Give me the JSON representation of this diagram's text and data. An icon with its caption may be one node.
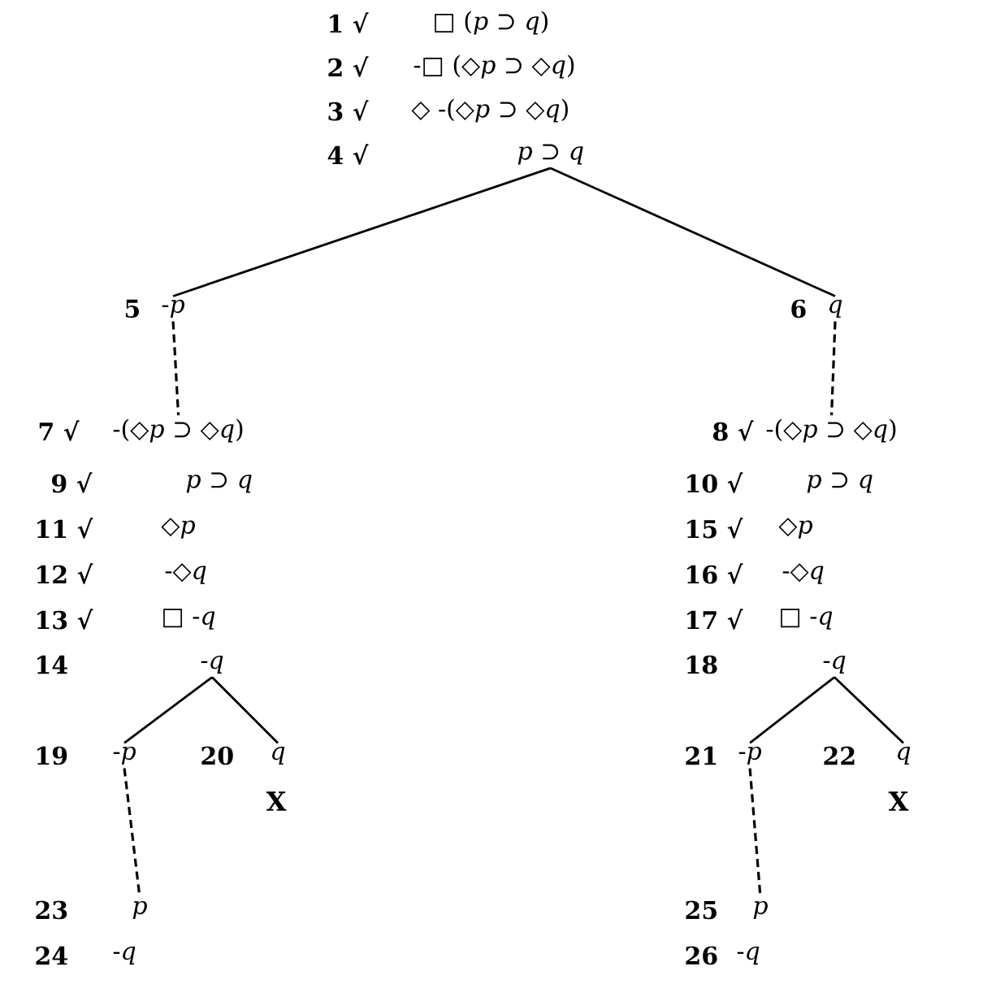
{
  "diagram": {
    "nodes": [
      {
        "text": [
          "1 √",
          "□ (*p* ⊃ *q*)",
          "2 √",
          "-□ (◇*p* ⊃ ◇*q*)",
          "3 √",
          "◇ -(◇*p* ⊃ ◇*q*)",
          "4 √",
          "*p* ⊃ *q*"
        ]
      },
      {
        "text": [
          "5",
          "-*p*"
        ]
      },
      {
        "text": [
          "6",
          "*q*"
        ]
      },
      {
        "text": [
          "7 √",
          "-(◇*p* ⊃ ◇*q*)",
          "9 √",
          "*p* ⊃ *q*",
          "11 √",
          "◇*p*",
          "12 √",
          "-◇*q*",
          "13 √",
          "□ -*q*",
          "14",
          "-*q*"
        ]
      },
      {
        "text": [
          "8 √",
          "-(◇*p* ⊃ ◇*q*)",
          "10 √",
          "*p* ⊃ *q*",
          "15 √",
          "◇*p*",
          "16 √",
          "-◇*q*",
          "17 √",
          "□ -*q*",
          "18",
          "-*q*"
        ]
      },
      {
        "text": [
          "19",
          "-*p*"
        ]
      },
      {
        "text": [
          "20",
          "*q*"
        ],
        "beside": [
          "X"
        ]
      },
      {
        "text": [
          "21",
          "-*p*"
        ]
      },
      {
        "text": [
          "22",
          "*q*"
        ],
        "beside": [
          "X"
        ]
      },
      {
        "text": [
          "23",
          "*p*",
          "24",
          "-*q*"
        ]
      },
      {
        "text": [
          "25",
          "*p*",
          "26",
          "-*q*"
        ]
      }
    ],
    "edges": [
      {
        "from": 0,
        "to": 1,
        "arrow": "none"
      },
      {
        "from": 0,
        "to": 2,
        "arrow": "none"
      },
      {
        "from": 1,
        "to": 3,
        "arrow": "none",
        "style": "dashed"
      },
      {
        "from": 2,
        "to": 4,
        "arrow": "none",
        "style": "dashed"
      },
      {
        "from": 3,
        "to": 5,
        "arrow": "none"
      },
      {
        "from": 3,
        "to": 6,
        "arrow": "none"
      },
      {
        "from": 4,
        "to": 7,
        "arrow": "none"
      },
      {
        "from": 4,
        "to": 8,
        "arrow": "none"
      },
      {
        "from": 5,
        "to": 9,
        "arrow": "none",
        "style": "dashed"
      },
      {
        "from": 7,
        "to": 10,
        "arrow": "none",
        "style": "dashed"
      }
    ]
  }
}
